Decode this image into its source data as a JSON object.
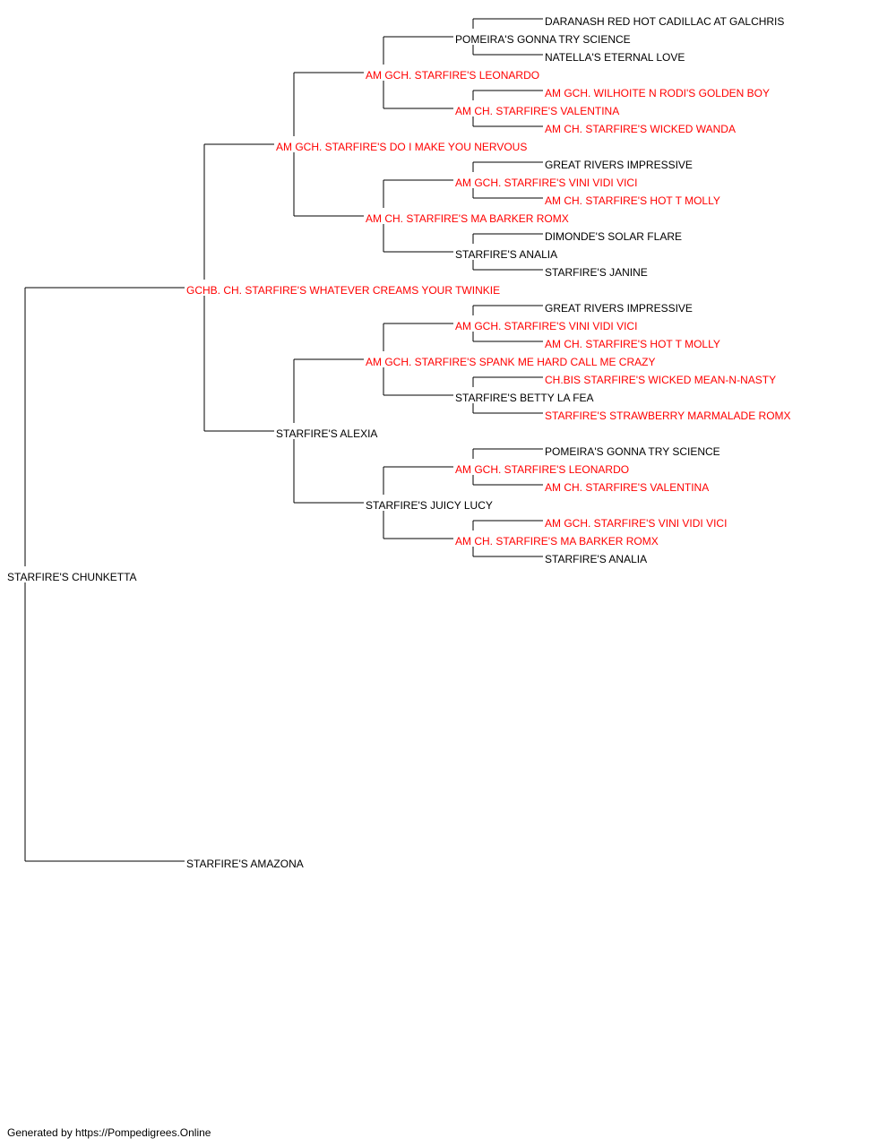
{
  "colors": {
    "normal": "#000000",
    "titled": "#ff0000",
    "line": "#000000"
  },
  "pedigree": {
    "name": "STARFIRE'S CHUNKETTA",
    "titled": false,
    "sire": {
      "name": "GCHB. CH. STARFIRE'S WHATEVER CREAMS YOUR TWINKIE",
      "titled": true,
      "sire": {
        "name": "AM GCH. STARFIRE'S DO I MAKE YOU NERVOUS",
        "titled": true,
        "sire": {
          "name": "AM GCH. STARFIRE'S LEONARDO",
          "titled": true,
          "sire": {
            "name": "POMEIRA'S GONNA TRY SCIENCE",
            "titled": false,
            "sire": {
              "name": "DARANASH RED HOT CADILLAC AT GALCHRIS",
              "titled": false
            },
            "dam": {
              "name": "NATELLA'S ETERNAL LOVE",
              "titled": false
            }
          },
          "dam": {
            "name": "AM CH. STARFIRE'S VALENTINA",
            "titled": true,
            "sire": {
              "name": "AM GCH. WILHOITE N RODI'S GOLDEN BOY",
              "titled": true
            },
            "dam": {
              "name": "AM CH. STARFIRE'S WICKED WANDA",
              "titled": true
            }
          }
        },
        "dam": {
          "name": "AM CH. STARFIRE'S MA BARKER ROMX",
          "titled": true,
          "sire": {
            "name": "AM GCH. STARFIRE'S VINI VIDI VICI",
            "titled": true,
            "sire": {
              "name": "GREAT RIVERS IMPRESSIVE",
              "titled": false
            },
            "dam": {
              "name": "AM CH. STARFIRE'S HOT T MOLLY",
              "titled": true
            }
          },
          "dam": {
            "name": "STARFIRE'S ANALIA",
            "titled": false,
            "sire": {
              "name": "DIMONDE'S SOLAR FLARE",
              "titled": false
            },
            "dam": {
              "name": "STARFIRE'S JANINE",
              "titled": false
            }
          }
        }
      },
      "dam": {
        "name": "STARFIRE'S ALEXIA",
        "titled": false,
        "sire": {
          "name": "AM GCH. STARFIRE'S SPANK ME HARD CALL ME CRAZY",
          "titled": true,
          "sire": {
            "name": "AM GCH. STARFIRE'S VINI VIDI VICI",
            "titled": true,
            "sire": {
              "name": "GREAT RIVERS IMPRESSIVE",
              "titled": false
            },
            "dam": {
              "name": "AM CH. STARFIRE'S HOT T MOLLY",
              "titled": true
            }
          },
          "dam": {
            "name": "STARFIRE'S BETTY LA FEA",
            "titled": false,
            "sire": {
              "name": "CH.BIS STARFIRE'S WICKED MEAN-N-NASTY",
              "titled": true
            },
            "dam": {
              "name": "STARFIRE'S STRAWBERRY MARMALADE ROMX",
              "titled": true
            }
          }
        },
        "dam": {
          "name": "STARFIRE'S JUICY LUCY",
          "titled": false,
          "sire": {
            "name": "AM GCH. STARFIRE'S LEONARDO",
            "titled": true,
            "sire": {
              "name": "POMEIRA'S GONNA TRY SCIENCE",
              "titled": false
            },
            "dam": {
              "name": "AM CH. STARFIRE'S VALENTINA",
              "titled": true
            }
          },
          "dam": {
            "name": "AM CH. STARFIRE'S MA BARKER ROMX",
            "titled": true,
            "sire": {
              "name": "AM GCH. STARFIRE'S VINI VIDI VICI",
              "titled": true
            },
            "dam": {
              "name": "STARFIRE'S ANALIA",
              "titled": false
            }
          }
        }
      }
    },
    "dam": {
      "name": "STARFIRE'S AMAZONA",
      "titled": false
    }
  },
  "footer": {
    "text": "Generated by https://Pompedigrees.Online"
  }
}
